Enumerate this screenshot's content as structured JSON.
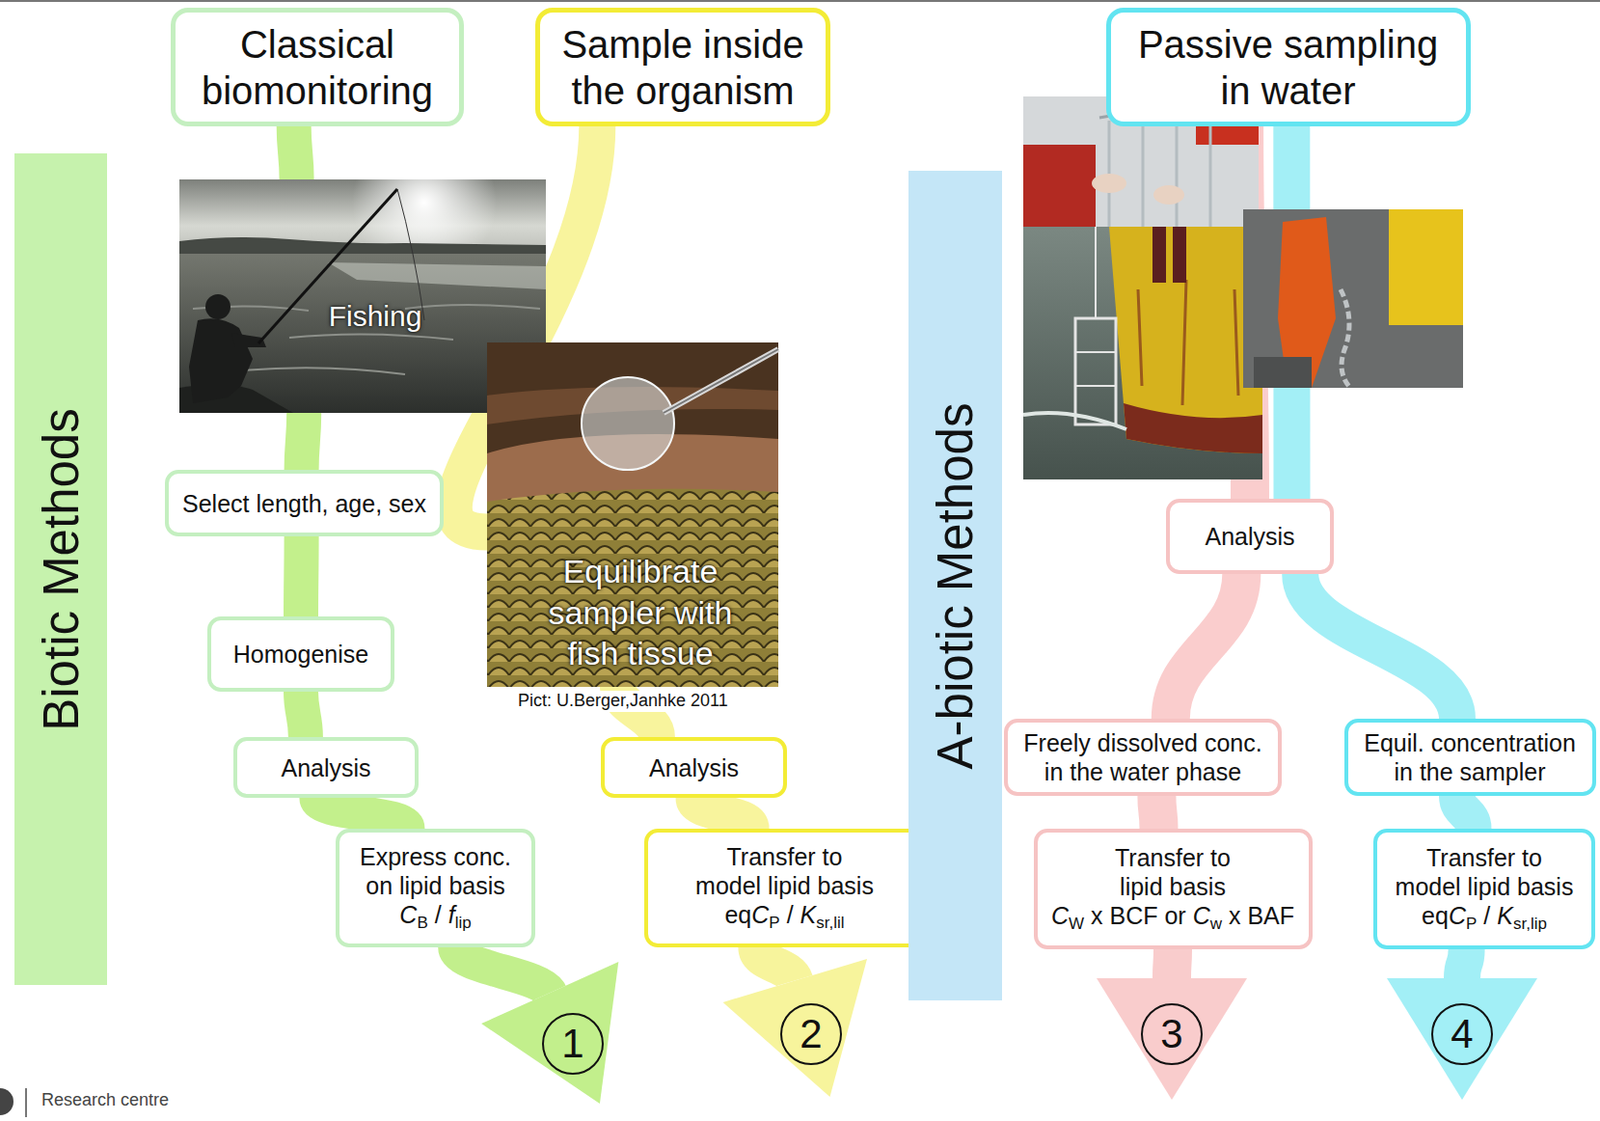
{
  "diagram": {
    "nodes": [
      {
        "text": [
          "Classical biomonitoring"
        ]
      },
      {
        "text": [
          "Sample inside the organism"
        ]
      },
      {
        "text": [
          "Passive sampling in water"
        ]
      },
      {
        "text": [
          "Biotic Methods"
        ]
      },
      {
        "text": [
          "Fishing"
        ]
      },
      {
        "text": [
          "Equilibrate sampler with fish tissue"
        ]
      },
      {
        "text": [
          "Select length, age, sex"
        ]
      },
      {
        "text": [
          "Homogenise"
        ]
      },
      {
        "text": [
          "Analysis"
        ]
      },
      {
        "text": [
          "Express conc. on lipid basis",
          "C",
          "B",
          "/",
          "f",
          "lip"
        ]
      },
      {
        "text": [
          "Analysis"
        ]
      },
      {
        "text": [
          "Transfer to model lipid basis",
          "eq",
          "C",
          "P",
          "/",
          "K",
          "sr,lil"
        ]
      },
      {
        "text": [
          "A-biotic Methods"
        ]
      },
      {
        "text": [
          "Analysis"
        ]
      },
      {
        "text": [
          "Freely dissolved conc. in the water phase"
        ]
      },
      {
        "text": [
          "Equil. concentration in the sampler"
        ]
      },
      {
        "text": [
          "Transfer to lipid basis",
          "C",
          "W",
          "x BCF or",
          "C",
          "w",
          "x BAF"
        ]
      },
      {
        "text": [
          "Transfer to model lipid basis",
          "eq",
          "C",
          "P",
          "/",
          "K",
          "sr,lip"
        ]
      },
      {
        "text": [
          "1"
        ]
      },
      {
        "text": [
          "2"
        ]
      },
      {
        "text": [
          "3"
        ]
      },
      {
        "text": [
          "4"
        ]
      }
    ],
    "edges": [
      {
        "from": 0,
        "to": 4,
        "arrow": "none"
      },
      {
        "from": 4,
        "to": 6,
        "arrow": "none"
      },
      {
        "from": 6,
        "to": 7,
        "arrow": "none"
      },
      {
        "from": 7,
        "to": 8,
        "arrow": "none"
      },
      {
        "from": 8,
        "to": 9,
        "arrow": "none"
      },
      {
        "from": 9,
        "to": 18,
        "arrow": "to"
      },
      {
        "from": 1,
        "to": 5,
        "arrow": "none"
      },
      {
        "from": 5,
        "to": 10,
        "arrow": "none"
      },
      {
        "from": 10,
        "to": 11,
        "arrow": "none"
      },
      {
        "from": 11,
        "to": 19,
        "arrow": "to"
      },
      {
        "from": 2,
        "to": 13,
        "arrow": "none"
      },
      {
        "from": 13,
        "to": 14,
        "arrow": "none"
      },
      {
        "from": 14,
        "to": 16,
        "arrow": "none"
      },
      {
        "from": 16,
        "to": 20,
        "arrow": "to"
      },
      {
        "from": 2,
        "to": 13,
        "arrow": "none"
      },
      {
        "from": 13,
        "to": 15,
        "arrow": "none"
      },
      {
        "from": 15,
        "to": 17,
        "arrow": "none"
      },
      {
        "from": 17,
        "to": 21,
        "arrow": "to"
      }
    ],
    "labels": [
      "Pict: U.Berger,Janhke 2011",
      "Research centre"
    ]
  }
}
